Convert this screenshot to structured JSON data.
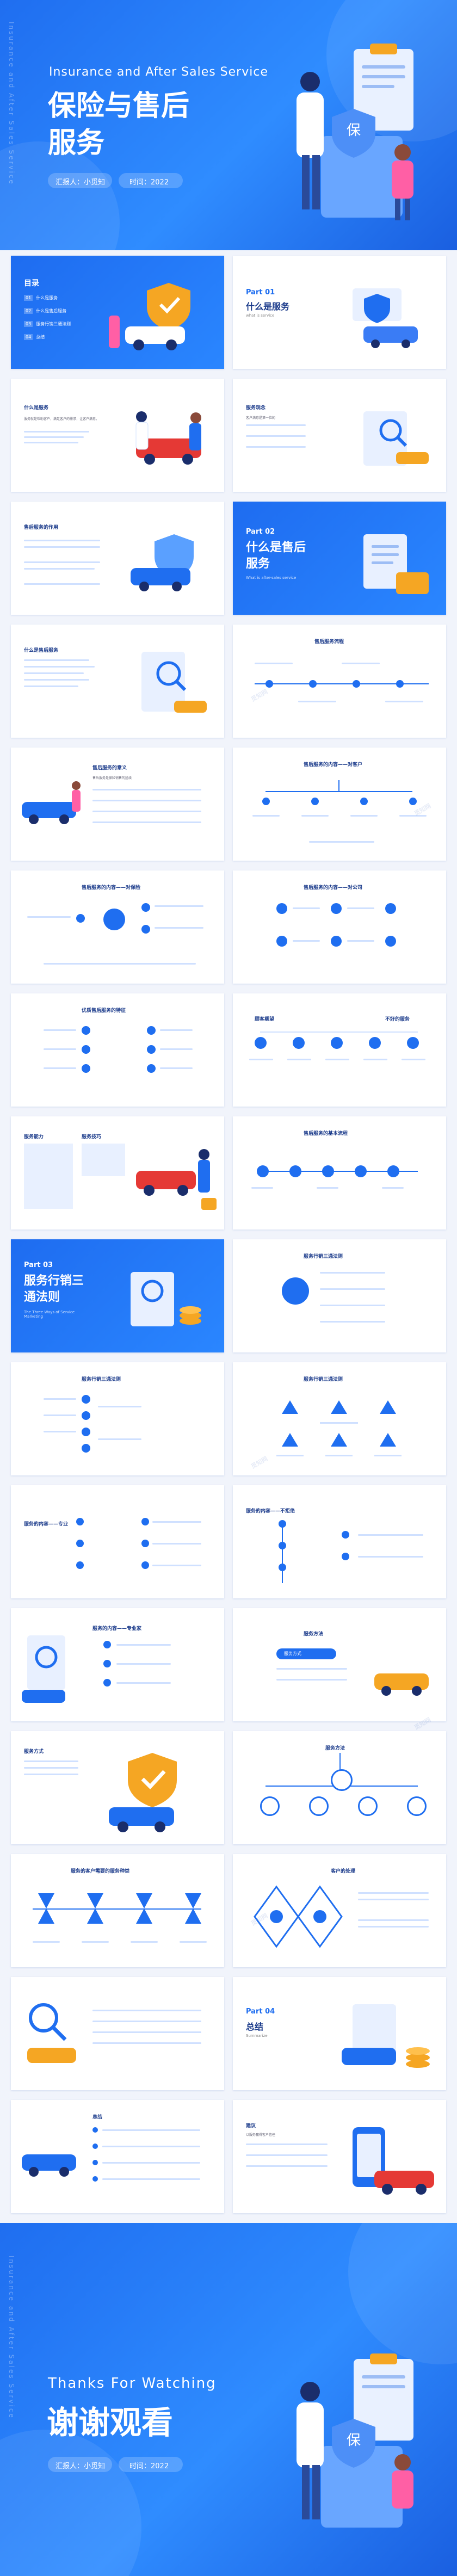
{
  "cover": {
    "subtitle_en": "Insurance and After Sales Service",
    "title_line1": "保险与售后",
    "title_line2": "服务",
    "reporter": "汇报人：小觅知",
    "date": "时间：2022",
    "side_text": "Insurance and After Sales Service",
    "badge": "保"
  },
  "toc": {
    "heading": "目录",
    "items": [
      {
        "num": "01",
        "label": "什么是服务"
      },
      {
        "num": "02",
        "label": "什么是售后服务"
      },
      {
        "num": "03",
        "label": "服务行销三通法则"
      },
      {
        "num": "04",
        "label": "总结"
      }
    ]
  },
  "parts": [
    {
      "num": "Part 01",
      "title": "什么是服务",
      "en": "what is service"
    },
    {
      "num": "Part 02",
      "title": "什么是售后服务",
      "en": "What is after-sales service"
    },
    {
      "num": "Part 03",
      "title": "服务行销三通法则",
      "en": "The Three Ways of Service Marketing"
    },
    {
      "num": "Part 04",
      "title": "总结",
      "en": "Summarize"
    }
  ],
  "slide_titles": {
    "s2_left": "什么是服务",
    "s2_right": "服务观念",
    "s3_left": "售后服务的作用",
    "s4_left": "什么是售后服务",
    "s4_right": "售后服务流程",
    "s5_left": "售后服务的意义",
    "s5_right": "售后服务的内容——对客户",
    "s6_left": "售后服务的内容——对保险",
    "s6_right": "售后服务的内容——对公司",
    "s7_left": "优质售后服务的特征",
    "s7_right_a": "顾客期望",
    "s7_right_b": "不好的服务",
    "s8_left_a": "服务能力",
    "s8_left_b": "服务技巧",
    "s8_right": "售后服务的基本流程",
    "s9_right": "服务行销三通法则",
    "s10_left": "服务行销三通法则",
    "s10_right": "服务行销三通法则",
    "s11_left": "服务的内容——专业",
    "s11_right": "服务的内容——不拒绝",
    "s12_left": "服务的内容——专业家",
    "s12_right": "服务方法",
    "s13_left": "服务方式",
    "s13_right": "服务方法",
    "s14_left": "服务的客户需要的服务种类",
    "s14_right": "客户的处理",
    "s16_left": "总结",
    "s16_right": "建议"
  },
  "slide_text": {
    "s2_left_body": "服务就是帮助客户，满足客户的需求，让客户满意。",
    "s2_right_body": "客户满意是第一位的",
    "s5_left_body": "售后服务是保险销售的延续",
    "s12_cta": "服务方式",
    "s16_right_body": "以服务赢得客户信任"
  },
  "ending": {
    "subtitle_en": "Thanks For Watching",
    "title": "谢谢观看",
    "reporter": "汇报人：小觅知",
    "date": "时间：2022",
    "side_text": "Insurance and After Sales Service",
    "badge": "保"
  },
  "watermark": "觅知网",
  "colors": {
    "primary": "#1f6ef0",
    "light": "#e8f0ff",
    "accent": "#f5a623",
    "dark": "#1a3a8a"
  }
}
